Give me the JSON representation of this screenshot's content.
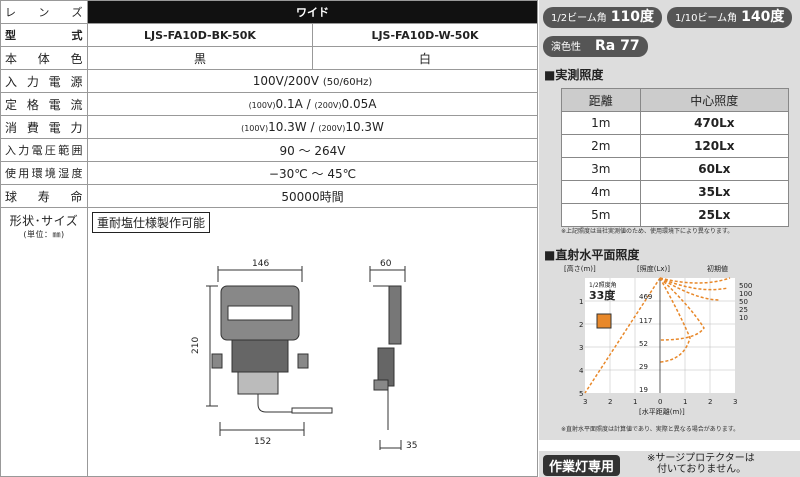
{
  "spec": {
    "rows": [
      {
        "label": "レンズ",
        "value": "ワイド"
      },
      {
        "label": "型式",
        "value_a": "LJS-FA10D-BK-50K",
        "value_b": "LJS-FA10D-W-50K"
      },
      {
        "label": "本体色",
        "value_a": "黒",
        "value_b": "白"
      },
      {
        "label": "入力電源",
        "value": "100V/200V",
        "value_sub": "(50/60Hz)"
      },
      {
        "label": "定格電流",
        "v1p": "(100V)",
        "v1": "0.1A",
        "sep": " / ",
        "v2p": "(200V)",
        "v2": "0.05A"
      },
      {
        "label": "消費電力",
        "v1p": "(100V)",
        "v1": "10.3W",
        "sep": " / ",
        "v2p": "(200V)",
        "v2": "10.3W"
      },
      {
        "label": "入力電圧範囲",
        "value": "90 ～ 264V"
      },
      {
        "label": "使用環境湿度",
        "value": "−30℃ ～ 45℃"
      },
      {
        "label": "球寿命",
        "value": "50000時間"
      }
    ],
    "shape_label": "形状･サイズ",
    "shape_unit": "(単位：㎜)",
    "note": "重耐塩仕様製作可能",
    "dims": {
      "w_top": "146",
      "h": "210",
      "w_bot": "152",
      "d_top": "60",
      "d_bot": "35"
    }
  },
  "panel": {
    "beam_half_label": "1/2ビーム角",
    "beam_half_value": "110度",
    "beam_tenth_label": "1/10ビーム角",
    "beam_tenth_value": "140度",
    "cri_label": "演色性",
    "cri_value": "Ra 77",
    "measured_title": "■実測照度",
    "lux_headers": [
      "距離",
      "中心照度"
    ],
    "lux_rows": [
      [
        "1m",
        "470Lx"
      ],
      [
        "2m",
        "120Lx"
      ],
      [
        "3m",
        "60Lx"
      ],
      [
        "4m",
        "35Lx"
      ],
      [
        "5m",
        "25Lx"
      ]
    ],
    "lux_note": "※上記照度は当社実測値のため、使用環境下により異なります。",
    "direct_title": "■直射水平面照度",
    "graph_ylabel": "[高さ(m)]",
    "graph_lux_label": "[照度(Lx)]",
    "graph_init": "初期値",
    "graph_angle_label": "1/2照度角",
    "graph_angle": "33度",
    "graph_xlabel": "[水平距離(m)]",
    "graph_note": "※直射水平面照度は計算値であり、実際と異なる場合があります。"
  },
  "bottom": {
    "tag": "作業灯専用",
    "note_line1": "※サージプロテクターは",
    "note_line2": "付いておりません。"
  }
}
